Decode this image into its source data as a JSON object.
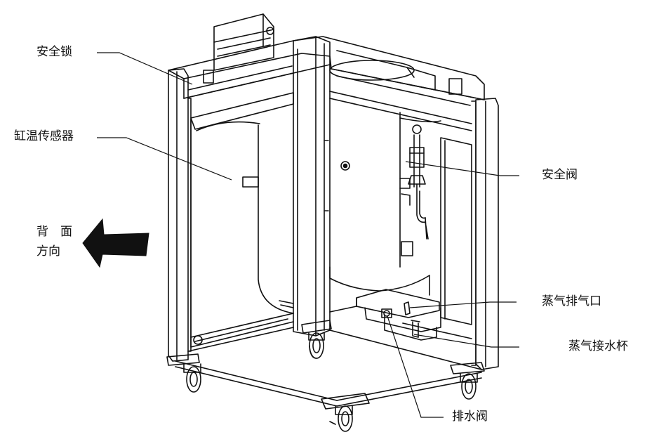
{
  "labels": {
    "safety_lock": "安全锁",
    "tank_temp_sensor": "缸温传感器",
    "back_line1": "背　面",
    "back_line2": "方向",
    "safety_valve": "安全阀",
    "steam_vent": "蒸气排气口",
    "steam_water_cup": "蒸气接水杯",
    "drain_valve": "排水阀"
  },
  "colors": {
    "line": "#111111",
    "arrow": "#111111",
    "background": "#ffffff"
  },
  "icons": {
    "direction": "arrow-left-icon"
  }
}
